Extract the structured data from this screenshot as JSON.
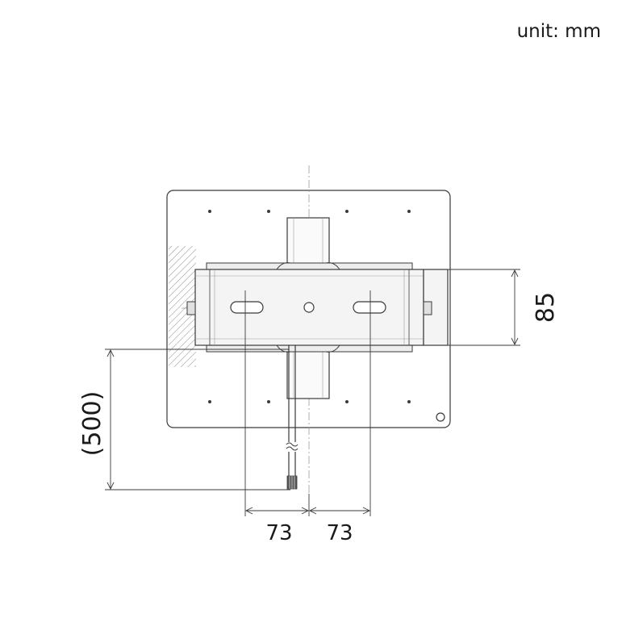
{
  "unit_label": "unit: mm",
  "dimensions": {
    "height_85": "85",
    "cable_length": "(500)",
    "left_offset": "73",
    "right_offset": "73"
  },
  "colors": {
    "line": "#3a3a3a",
    "hatch": "#8a8a8a",
    "fill_light": "#f2f2f2"
  }
}
